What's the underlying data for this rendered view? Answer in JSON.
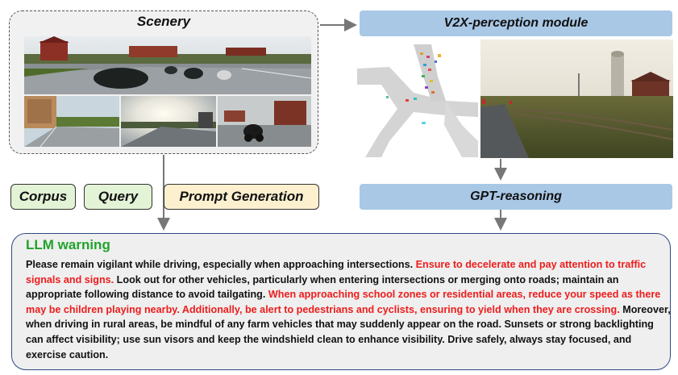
{
  "scenery": {
    "title": "Scenery"
  },
  "perception": {
    "title": "V2X-perception module"
  },
  "reasoning": {
    "title": "GPT-reasoning"
  },
  "inputs": {
    "corpus": "Corpus",
    "query": "Query",
    "prompt": "Prompt Generation"
  },
  "warning": {
    "title": "LLM warning",
    "segments": [
      {
        "text": "Please remain vigilant while driving, especially when approaching intersections. ",
        "emphasis": false
      },
      {
        "text": "Ensure to decelerate and pay attention to traffic signals and signs.",
        "emphasis": true
      },
      {
        "text": " Look out for other vehicles, particularly when entering intersections or merging onto roads; maintain an appropriate following distance to avoid tailgating. ",
        "emphasis": false
      },
      {
        "text": "When approaching school zones or residential areas, reduce your speed as there may be children playing nearby. Additionally, be alert to pedestrians and cyclists, ensuring to yield when they are crossing.",
        "emphasis": true
      },
      {
        "text": " Moreover, when driving in rural areas, be mindful of any farm vehicles that may suddenly appear on the road. Sunsets or strong backlighting can affect visibility; use sun visors and keep the windshield clean to enhance visibility. Drive safely, always stay focused, and exercise caution.",
        "emphasis": false
      }
    ]
  },
  "colors": {
    "module_fill": "#a9c8e6",
    "corpus_fill": "#e3f3d6",
    "prompt_fill": "#fdf0cf",
    "warning_title": "#21a32b",
    "emphasis": "#ee1c1c",
    "arrow": "#777777"
  }
}
